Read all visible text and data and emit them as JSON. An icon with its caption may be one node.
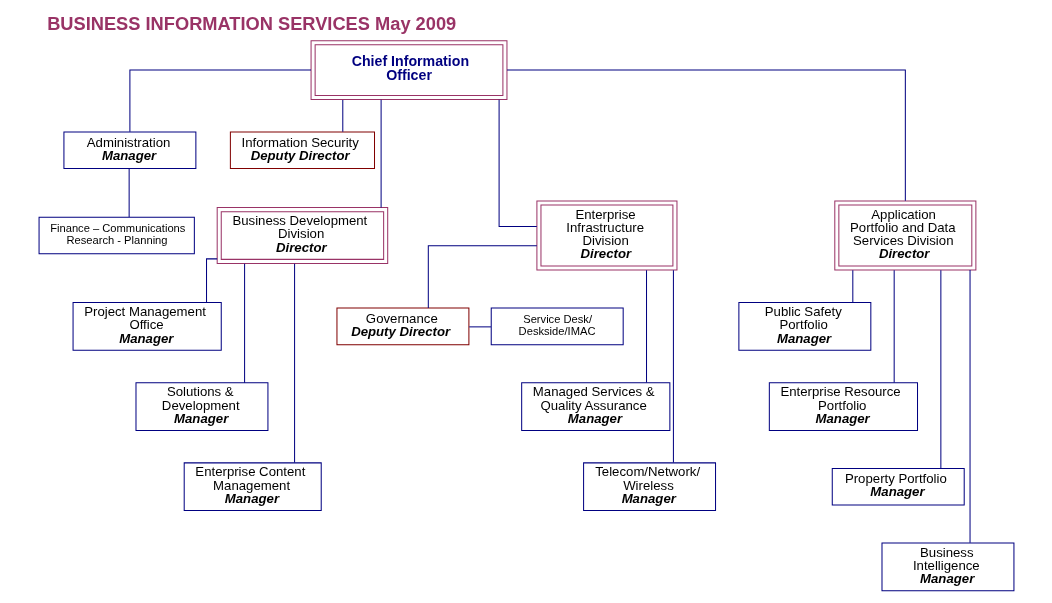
{
  "diagram": {
    "title": "BUSINESS INFORMATION SERVICES May 2009",
    "nodes": [
      {
        "text": [
          "Chief Information Officer"
        ]
      },
      {
        "text": [
          "Administration",
          "Manager"
        ]
      },
      {
        "text": [
          "Information Security",
          "Deputy Director"
        ]
      },
      {
        "text": [
          "Finance – Communications Research - Planning"
        ]
      },
      {
        "text": [
          "Business Development Division",
          "Director"
        ]
      },
      {
        "text": [
          "Project Management Office",
          "Manager"
        ]
      },
      {
        "text": [
          "Solutions & Development",
          "Manager"
        ]
      },
      {
        "text": [
          "Enterprise Content Management",
          "Manager"
        ]
      },
      {
        "text": [
          "Enterprise Infrastructure Division",
          "Director"
        ]
      },
      {
        "text": [
          "Governance",
          "Deputy Director"
        ]
      },
      {
        "text": [
          "Service Desk/ Deskside/IMAC"
        ]
      },
      {
        "text": [
          "Managed Services & Quality Assurance",
          "Manager"
        ]
      },
      {
        "text": [
          "Telecom/Network/ Wireless",
          "Manager"
        ]
      },
      {
        "text": [
          "Application Portfolio and Data Services Division",
          "Director"
        ]
      },
      {
        "text": [
          "Public Safety Portfolio",
          "Manager"
        ]
      },
      {
        "text": [
          "Enterprise Resource Portfolio",
          "Manager"
        ]
      },
      {
        "text": [
          "Property Portfolio",
          "Manager"
        ]
      },
      {
        "text": [
          "Business Intelligence",
          "Manager"
        ]
      }
    ],
    "edges": [
      {
        "from": 0,
        "to": 1,
        "arrow": "none"
      },
      {
        "from": 0,
        "to": 2,
        "arrow": "none"
      },
      {
        "from": 1,
        "to": 3,
        "arrow": "none"
      },
      {
        "from": 0,
        "to": 4,
        "arrow": "none"
      },
      {
        "from": 0,
        "to": 8,
        "arrow": "none"
      },
      {
        "from": 0,
        "to": 13,
        "arrow": "none"
      },
      {
        "from": 4,
        "to": 5,
        "arrow": "none"
      },
      {
        "from": 4,
        "to": 6,
        "arrow": "none"
      },
      {
        "from": 4,
        "to": 7,
        "arrow": "none"
      },
      {
        "from": 8,
        "to": 9,
        "arrow": "none"
      },
      {
        "from": 9,
        "to": 10,
        "arrow": "none"
      },
      {
        "from": 8,
        "to": 11,
        "arrow": "none"
      },
      {
        "from": 8,
        "to": 12,
        "arrow": "none"
      },
      {
        "from": 13,
        "to": 14,
        "arrow": "none"
      },
      {
        "from": 13,
        "to": 15,
        "arrow": "none"
      },
      {
        "from": 13,
        "to": 16,
        "arrow": "none"
      },
      {
        "from": 13,
        "to": 17,
        "arrow": "none"
      }
    ]
  }
}
